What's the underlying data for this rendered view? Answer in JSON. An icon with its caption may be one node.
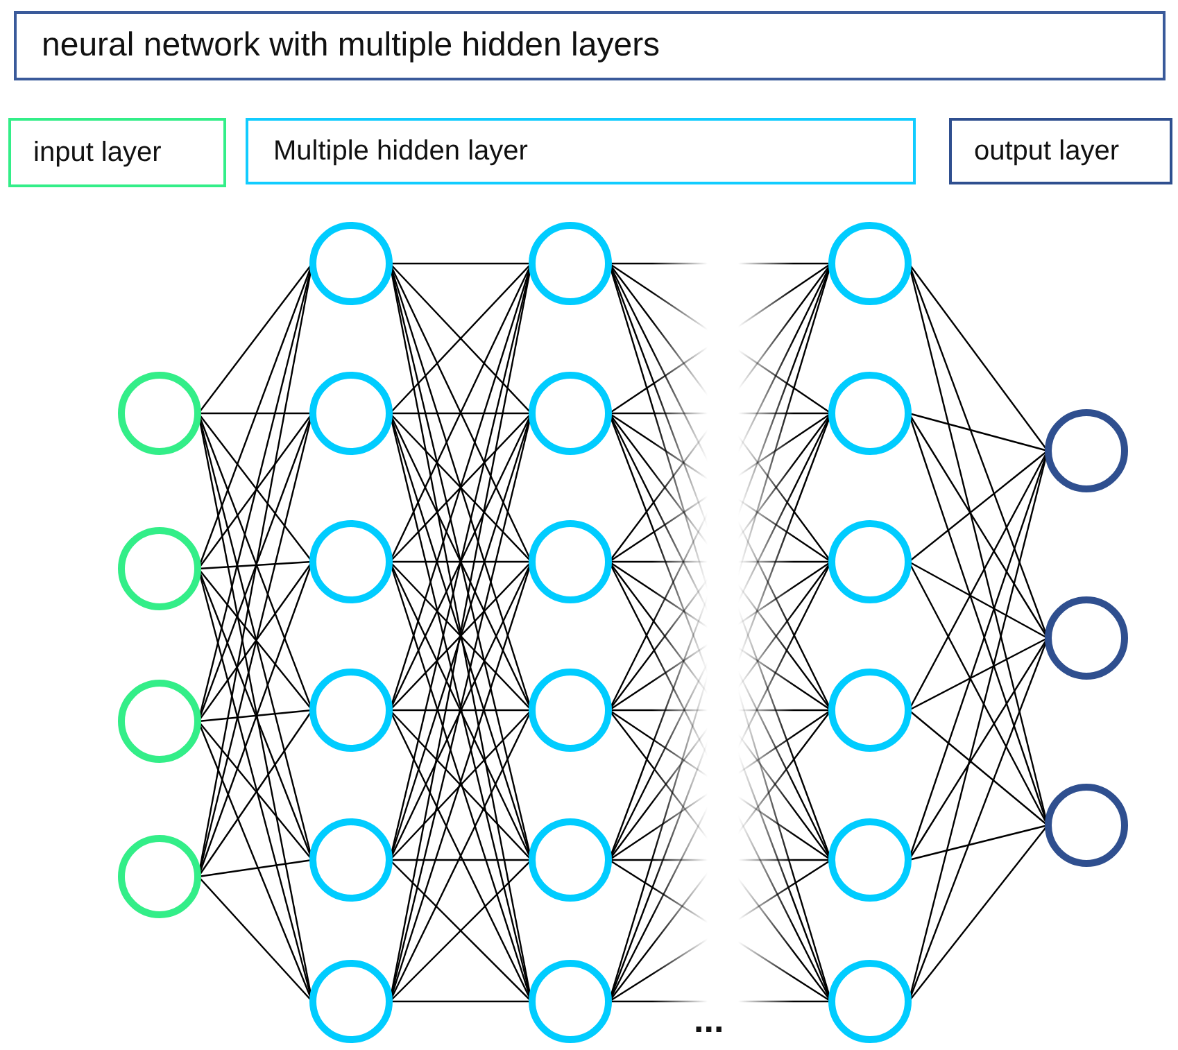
{
  "diagram": {
    "nodes": [
      {
        "text": [
          "neural network with multiple hidden layers"
        ]
      },
      {
        "text": [
          "input layer"
        ]
      },
      {
        "text": [
          "Multiple hidden layer"
        ]
      },
      {
        "text": [
          "output layer"
        ]
      },
      {
        "text": [],
        "shape": "circle"
      },
      {
        "text": [],
        "shape": "circle"
      },
      {
        "text": [],
        "shape": "circle"
      },
      {
        "text": [],
        "shape": "circle"
      },
      {
        "text": [],
        "shape": "circle"
      },
      {
        "text": [],
        "shape": "circle"
      },
      {
        "text": [],
        "shape": "circle"
      },
      {
        "text": [],
        "shape": "circle"
      },
      {
        "text": [],
        "shape": "circle"
      },
      {
        "text": [],
        "shape": "circle"
      },
      {
        "text": [],
        "shape": "circle"
      },
      {
        "text": [],
        "shape": "circle"
      },
      {
        "text": [],
        "shape": "circle"
      },
      {
        "text": [],
        "shape": "circle"
      },
      {
        "text": [],
        "shape": "circle"
      },
      {
        "text": [],
        "shape": "circle"
      },
      {
        "text": [],
        "shape": "circle"
      },
      {
        "text": [],
        "shape": "circle"
      },
      {
        "text": [],
        "shape": "circle"
      },
      {
        "text": [],
        "shape": "circle"
      },
      {
        "text": [],
        "shape": "circle"
      },
      {
        "text": [],
        "shape": "circle"
      },
      {
        "text": [],
        "shape": "circle"
      },
      {
        "text": [],
        "shape": "circle"
      },
      {
        "text": [],
        "shape": "circle"
      }
    ],
    "edges": [
      {
        "from": 4,
        "to": 8,
        "arrow": "none"
      },
      {
        "from": 4,
        "to": 9,
        "arrow": "none"
      },
      {
        "from": 4,
        "to": 10,
        "arrow": "none"
      },
      {
        "from": 4,
        "to": 11,
        "arrow": "none"
      },
      {
        "from": 4,
        "to": 12,
        "arrow": "none"
      },
      {
        "from": 4,
        "to": 13,
        "arrow": "none"
      },
      {
        "from": 5,
        "to": 8,
        "arrow": "none"
      },
      {
        "from": 5,
        "to": 9,
        "arrow": "none"
      },
      {
        "from": 5,
        "to": 10,
        "arrow": "none"
      },
      {
        "from": 5,
        "to": 11,
        "arrow": "none"
      },
      {
        "from": 5,
        "to": 12,
        "arrow": "none"
      },
      {
        "from": 5,
        "to": 13,
        "arrow": "none"
      },
      {
        "from": 6,
        "to": 8,
        "arrow": "none"
      },
      {
        "from": 6,
        "to": 9,
        "arrow": "none"
      },
      {
        "from": 6,
        "to": 10,
        "arrow": "none"
      },
      {
        "from": 6,
        "to": 11,
        "arrow": "none"
      },
      {
        "from": 6,
        "to": 12,
        "arrow": "none"
      },
      {
        "from": 6,
        "to": 13,
        "arrow": "none"
      },
      {
        "from": 7,
        "to": 8,
        "arrow": "none"
      },
      {
        "from": 7,
        "to": 9,
        "arrow": "none"
      },
      {
        "from": 7,
        "to": 10,
        "arrow": "none"
      },
      {
        "from": 7,
        "to": 11,
        "arrow": "none"
      },
      {
        "from": 7,
        "to": 12,
        "arrow": "none"
      },
      {
        "from": 7,
        "to": 13,
        "arrow": "none"
      },
      {
        "from": 8,
        "to": 14,
        "arrow": "none"
      },
      {
        "from": 8,
        "to": 15,
        "arrow": "none"
      },
      {
        "from": 8,
        "to": 16,
        "arrow": "none"
      },
      {
        "from": 8,
        "to": 17,
        "arrow": "none"
      },
      {
        "from": 8,
        "to": 18,
        "arrow": "none"
      },
      {
        "from": 8,
        "to": 19,
        "arrow": "none"
      },
      {
        "from": 9,
        "to": 14,
        "arrow": "none"
      },
      {
        "from": 9,
        "to": 15,
        "arrow": "none"
      },
      {
        "from": 9,
        "to": 16,
        "arrow": "none"
      },
      {
        "from": 9,
        "to": 17,
        "arrow": "none"
      },
      {
        "from": 9,
        "to": 18,
        "arrow": "none"
      },
      {
        "from": 9,
        "to": 19,
        "arrow": "none"
      },
      {
        "from": 10,
        "to": 14,
        "arrow": "none"
      },
      {
        "from": 10,
        "to": 15,
        "arrow": "none"
      },
      {
        "from": 10,
        "to": 16,
        "arrow": "none"
      },
      {
        "from": 10,
        "to": 17,
        "arrow": "none"
      },
      {
        "from": 10,
        "to": 18,
        "arrow": "none"
      },
      {
        "from": 10,
        "to": 19,
        "arrow": "none"
      },
      {
        "from": 11,
        "to": 14,
        "arrow": "none"
      },
      {
        "from": 11,
        "to": 15,
        "arrow": "none"
      },
      {
        "from": 11,
        "to": 16,
        "arrow": "none"
      },
      {
        "from": 11,
        "to": 17,
        "arrow": "none"
      },
      {
        "from": 11,
        "to": 18,
        "arrow": "none"
      },
      {
        "from": 11,
        "to": 19,
        "arrow": "none"
      },
      {
        "from": 12,
        "to": 14,
        "arrow": "none"
      },
      {
        "from": 12,
        "to": 15,
        "arrow": "none"
      },
      {
        "from": 12,
        "to": 16,
        "arrow": "none"
      },
      {
        "from": 12,
        "to": 17,
        "arrow": "none"
      },
      {
        "from": 12,
        "to": 18,
        "arrow": "none"
      },
      {
        "from": 12,
        "to": 19,
        "arrow": "none"
      },
      {
        "from": 13,
        "to": 14,
        "arrow": "none"
      },
      {
        "from": 13,
        "to": 15,
        "arrow": "none"
      },
      {
        "from": 13,
        "to": 16,
        "arrow": "none"
      },
      {
        "from": 13,
        "to": 17,
        "arrow": "none"
      },
      {
        "from": 13,
        "to": 18,
        "arrow": "none"
      },
      {
        "from": 13,
        "to": 19,
        "arrow": "none"
      },
      {
        "from": 14,
        "to": null,
        "arrow": "none"
      },
      {
        "from": 14,
        "to": null,
        "arrow": "none"
      },
      {
        "from": 14,
        "to": null,
        "arrow": "none"
      },
      {
        "from": 14,
        "to": null,
        "arrow": "none"
      },
      {
        "from": 14,
        "to": null,
        "arrow": "none"
      },
      {
        "from": 14,
        "to": null,
        "arrow": "none"
      },
      {
        "from": 15,
        "to": null,
        "arrow": "none"
      },
      {
        "from": 15,
        "to": null,
        "arrow": "none"
      },
      {
        "from": 15,
        "to": null,
        "arrow": "none"
      },
      {
        "from": 15,
        "to": null,
        "arrow": "none"
      },
      {
        "from": 15,
        "to": null,
        "arrow": "none"
      },
      {
        "from": 15,
        "to": null,
        "arrow": "none"
      },
      {
        "from": 16,
        "to": null,
        "arrow": "none"
      },
      {
        "from": 16,
        "to": null,
        "arrow": "none"
      },
      {
        "from": 16,
        "to": null,
        "arrow": "none"
      },
      {
        "from": 16,
        "to": null,
        "arrow": "none"
      },
      {
        "from": 16,
        "to": null,
        "arrow": "none"
      },
      {
        "from": 16,
        "to": null,
        "arrow": "none"
      },
      {
        "from": 17,
        "to": null,
        "arrow": "none"
      },
      {
        "from": 17,
        "to": null,
        "arrow": "none"
      },
      {
        "from": 17,
        "to": null,
        "arrow": "none"
      },
      {
        "from": 17,
        "to": null,
        "arrow": "none"
      },
      {
        "from": 17,
        "to": null,
        "arrow": "none"
      },
      {
        "from": 17,
        "to": null,
        "arrow": "none"
      },
      {
        "from": 18,
        "to": null,
        "arrow": "none"
      },
      {
        "from": 18,
        "to": null,
        "arrow": "none"
      },
      {
        "from": 18,
        "to": null,
        "arrow": "none"
      },
      {
        "from": 18,
        "to": null,
        "arrow": "none"
      },
      {
        "from": 18,
        "to": null,
        "arrow": "none"
      },
      {
        "from": 18,
        "to": null,
        "arrow": "none"
      },
      {
        "from": 19,
        "to": null,
        "arrow": "none"
      },
      {
        "from": 19,
        "to": null,
        "arrow": "none"
      },
      {
        "from": 19,
        "to": null,
        "arrow": "none"
      },
      {
        "from": 19,
        "to": null,
        "arrow": "none"
      },
      {
        "from": 19,
        "to": null,
        "arrow": "none"
      },
      {
        "from": 19,
        "to": null,
        "arrow": "none"
      },
      {
        "from": null,
        "to": 20,
        "arrow": "none"
      },
      {
        "from": null,
        "to": 20,
        "arrow": "none"
      },
      {
        "from": null,
        "to": 20,
        "arrow": "none"
      },
      {
        "from": null,
        "to": 20,
        "arrow": "none"
      },
      {
        "from": null,
        "to": 20,
        "arrow": "none"
      },
      {
        "from": null,
        "to": 20,
        "arrow": "none"
      },
      {
        "from": null,
        "to": 21,
        "arrow": "none"
      },
      {
        "from": null,
        "to": 21,
        "arrow": "none"
      },
      {
        "from": null,
        "to": 21,
        "arrow": "none"
      },
      {
        "from": null,
        "to": 21,
        "arrow": "none"
      },
      {
        "from": null,
        "to": 21,
        "arrow": "none"
      },
      {
        "from": null,
        "to": 21,
        "arrow": "none"
      },
      {
        "from": null,
        "to": 22,
        "arrow": "none"
      },
      {
        "from": null,
        "to": 22,
        "arrow": "none"
      },
      {
        "from": null,
        "to": 22,
        "arrow": "none"
      },
      {
        "from": null,
        "to": 22,
        "arrow": "none"
      },
      {
        "from": null,
        "to": 22,
        "arrow": "none"
      },
      {
        "from": null,
        "to": 22,
        "arrow": "none"
      },
      {
        "from": null,
        "to": 23,
        "arrow": "none"
      },
      {
        "from": null,
        "to": 23,
        "arrow": "none"
      },
      {
        "from": null,
        "to": 23,
        "arrow": "none"
      },
      {
        "from": null,
        "to": 23,
        "arrow": "none"
      },
      {
        "from": null,
        "to": 23,
        "arrow": "none"
      },
      {
        "from": null,
        "to": 23,
        "arrow": "none"
      },
      {
        "from": null,
        "to": 24,
        "arrow": "none"
      },
      {
        "from": null,
        "to": 24,
        "arrow": "none"
      },
      {
        "from": null,
        "to": 24,
        "arrow": "none"
      },
      {
        "from": null,
        "to": 24,
        "arrow": "none"
      },
      {
        "from": null,
        "to": 24,
        "arrow": "none"
      },
      {
        "from": null,
        "to": 24,
        "arrow": "none"
      },
      {
        "from": null,
        "to": 25,
        "arrow": "none"
      },
      {
        "from": null,
        "to": 25,
        "arrow": "none"
      },
      {
        "from": null,
        "to": 25,
        "arrow": "none"
      },
      {
        "from": null,
        "to": 25,
        "arrow": "none"
      },
      {
        "from": null,
        "to": 25,
        "arrow": "none"
      },
      {
        "from": null,
        "to": 25,
        "arrow": "none"
      },
      {
        "from": 20,
        "to": 26,
        "arrow": "none"
      },
      {
        "from": 20,
        "to": 27,
        "arrow": "none"
      },
      {
        "from": 20,
        "to": 28,
        "arrow": "none"
      },
      {
        "from": 21,
        "to": 26,
        "arrow": "none"
      },
      {
        "from": 21,
        "to": 27,
        "arrow": "none"
      },
      {
        "from": 21,
        "to": 28,
        "arrow": "none"
      },
      {
        "from": 22,
        "to": 26,
        "arrow": "none"
      },
      {
        "from": 22,
        "to": 27,
        "arrow": "none"
      },
      {
        "from": 22,
        "to": 28,
        "arrow": "none"
      },
      {
        "from": 23,
        "to": 26,
        "arrow": "none"
      },
      {
        "from": 23,
        "to": 27,
        "arrow": "none"
      },
      {
        "from": 23,
        "to": 28,
        "arrow": "none"
      },
      {
        "from": 24,
        "to": 26,
        "arrow": "none"
      },
      {
        "from": 24,
        "to": 27,
        "arrow": "none"
      },
      {
        "from": 24,
        "to": 28,
        "arrow": "none"
      },
      {
        "from": 25,
        "to": 26,
        "arrow": "none"
      },
      {
        "from": 25,
        "to": 27,
        "arrow": "none"
      },
      {
        "from": 25,
        "to": 28,
        "arrow": "none"
      }
    ],
    "labels": [
      "..."
    ]
  }
}
